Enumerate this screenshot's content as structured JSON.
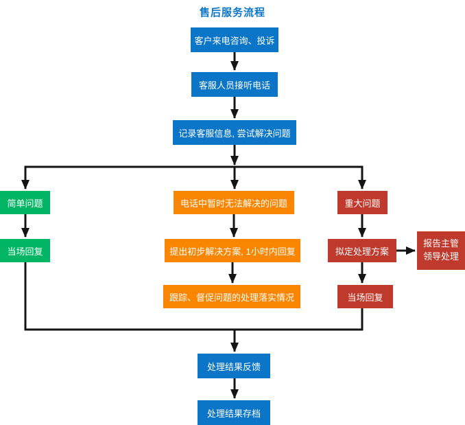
{
  "title": "售后服务流程",
  "colors": {
    "blue": "#0B76C7",
    "green": "#00B563",
    "orange": "#FA8500",
    "red": "#BF392C",
    "line": "#141414",
    "text": "#FFFFFF"
  },
  "nodes": {
    "customer_call": {
      "label": "客户来电咨询、投诉"
    },
    "agent_answer": {
      "label": "客服人员接听电话"
    },
    "record_info": {
      "label": "记录客服信息, 尝试解决问题"
    },
    "simple_problem": {
      "label": "简单问题"
    },
    "simple_reply": {
      "label": "当场回复"
    },
    "phone_unsolvable": {
      "label": "电话中暂时无法解决的问题"
    },
    "propose_solution": {
      "label": "提出初步解决方案, 1小时内回复"
    },
    "track_progress": {
      "label": "跟踪、督促问题的处理落实情况"
    },
    "major_problem": {
      "label": "重大问题"
    },
    "make_plan": {
      "label": "拟定处理方案"
    },
    "report_leader": {
      "label": "报告主管\n领导处理"
    },
    "major_reply": {
      "label": "当场回复"
    },
    "result_feedback": {
      "label": "处理结果反馈"
    },
    "result_archive": {
      "label": "处理结果存档"
    }
  }
}
